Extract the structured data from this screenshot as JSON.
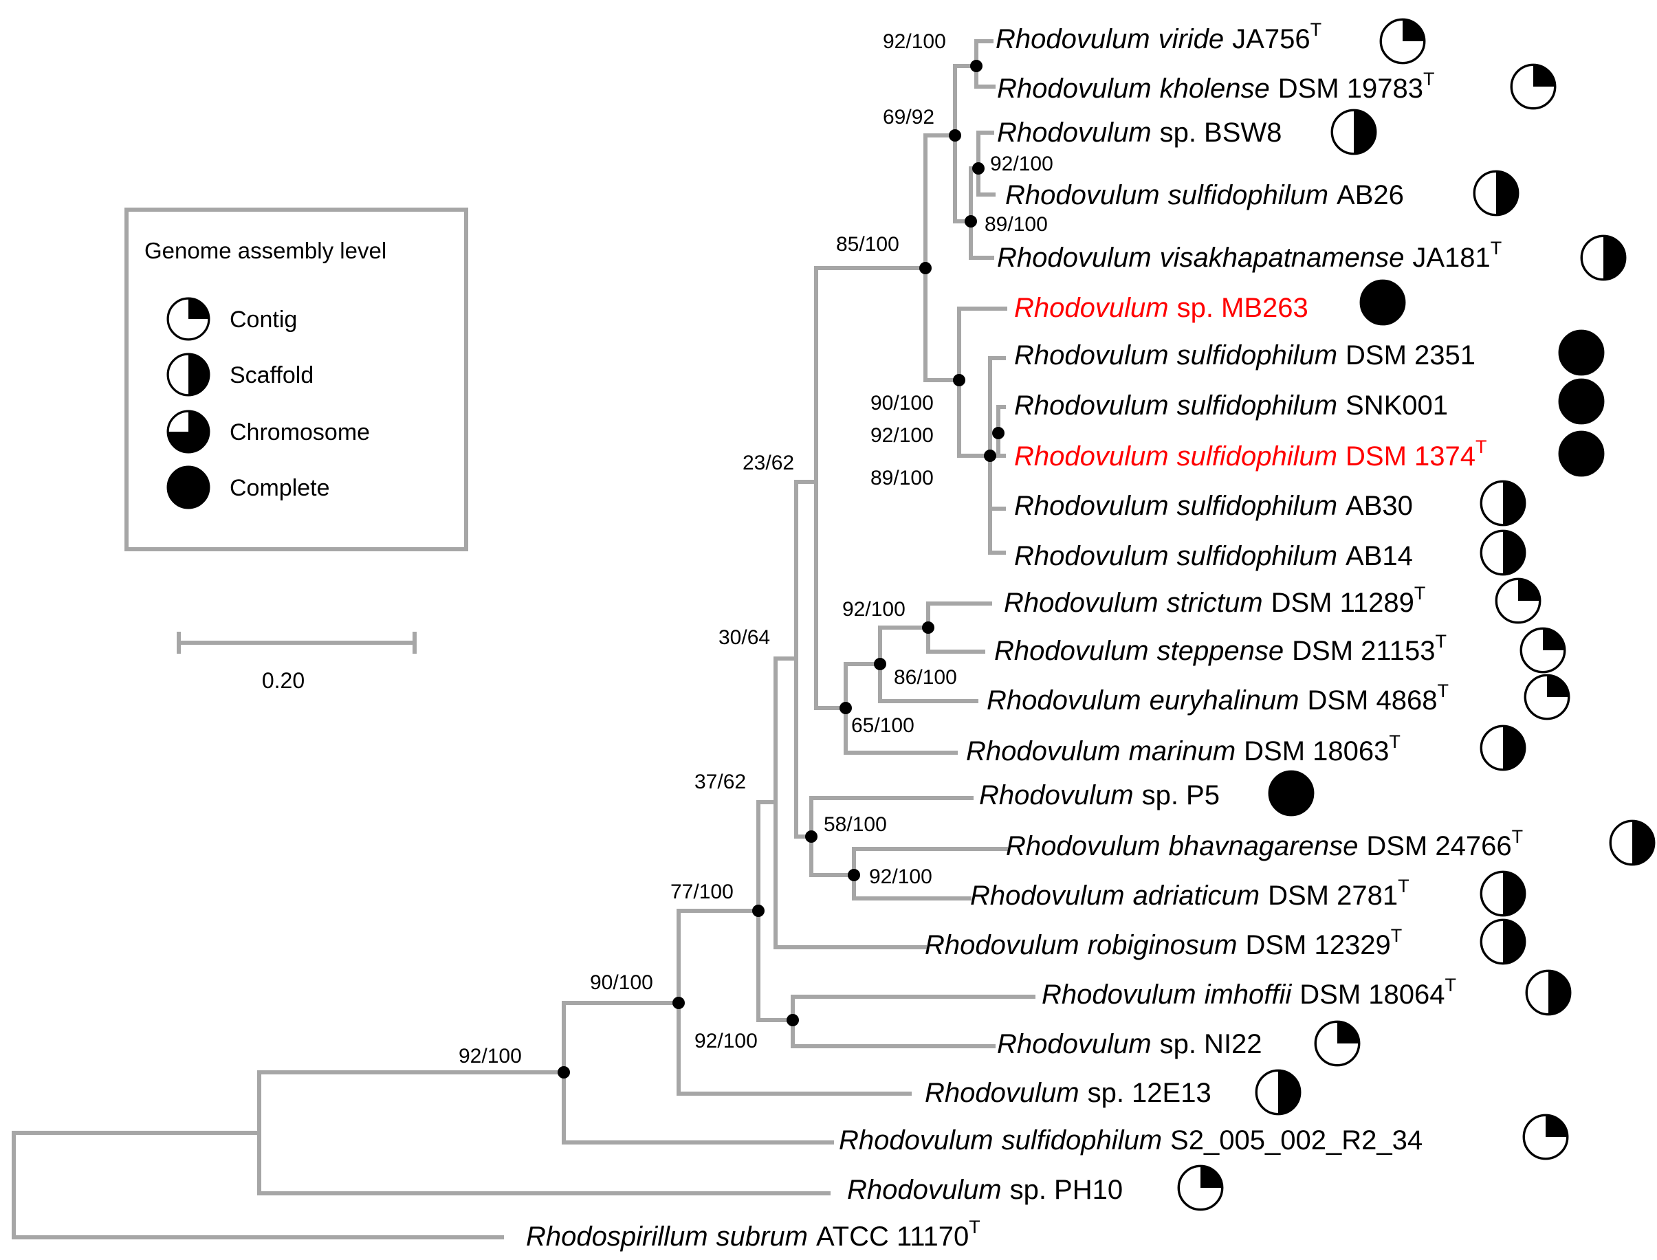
{
  "legend": {
    "title": "Genome assembly level",
    "items": [
      {
        "level": "contig",
        "label": "Contig"
      },
      {
        "level": "scaffold",
        "label": "Scaffold"
      },
      {
        "level": "chromosome",
        "label": "Chromosome"
      },
      {
        "level": "complete",
        "label": "Complete"
      }
    ]
  },
  "scale_bar": {
    "label": "0.20"
  },
  "colors": {
    "branch": "#a6a6a6",
    "highlight": "#ff0000",
    "text": "#000000"
  },
  "taxa": [
    {
      "id": "viride",
      "genus": "Rhodovulum",
      "species": "viride",
      "strain": "JA756",
      "type_strain": true,
      "level": "contig",
      "highlight": false
    },
    {
      "id": "kholense",
      "genus": "Rhodovulum",
      "species": "kholense",
      "strain": "DSM 19783",
      "type_strain": true,
      "level": "contig",
      "highlight": false
    },
    {
      "id": "bsw8",
      "genus": "Rhodovulum",
      "species": "",
      "strain": "sp. BSW8",
      "type_strain": false,
      "level": "scaffold",
      "highlight": false
    },
    {
      "id": "ab26",
      "genus": "Rhodovulum",
      "species": "sulfidophilum",
      "strain": "AB26",
      "type_strain": false,
      "level": "scaffold",
      "highlight": false
    },
    {
      "id": "visakha",
      "genus": "Rhodovulum",
      "species": "visakhapatnamense",
      "strain": "JA181",
      "type_strain": true,
      "level": "scaffold",
      "highlight": false
    },
    {
      "id": "mb263",
      "genus": "Rhodovulum",
      "species": "",
      "strain": "sp. MB263",
      "type_strain": false,
      "level": "complete",
      "highlight": true
    },
    {
      "id": "dsm2351",
      "genus": "Rhodovulum",
      "species": "sulfidophilum",
      "strain": "DSM 2351",
      "type_strain": false,
      "level": "complete",
      "highlight": false
    },
    {
      "id": "snk001",
      "genus": "Rhodovulum",
      "species": "sulfidophilum",
      "strain": "SNK001",
      "type_strain": false,
      "level": "complete",
      "highlight": false
    },
    {
      "id": "dsm1374",
      "genus": "Rhodovulum",
      "species": "sulfidophilum",
      "strain": "DSM 1374",
      "type_strain": true,
      "level": "complete",
      "highlight": true
    },
    {
      "id": "ab30",
      "genus": "Rhodovulum",
      "species": "sulfidophilum",
      "strain": "AB30",
      "type_strain": false,
      "level": "scaffold",
      "highlight": false
    },
    {
      "id": "ab14",
      "genus": "Rhodovulum",
      "species": "sulfidophilum",
      "strain": "AB14",
      "type_strain": false,
      "level": "scaffold",
      "highlight": false
    },
    {
      "id": "strictum",
      "genus": "Rhodovulum",
      "species": "strictum",
      "strain": "DSM 11289",
      "type_strain": true,
      "level": "contig",
      "highlight": false
    },
    {
      "id": "steppense",
      "genus": "Rhodovulum",
      "species": "steppense",
      "strain": "DSM 21153",
      "type_strain": true,
      "level": "contig",
      "highlight": false
    },
    {
      "id": "euryhalinum",
      "genus": "Rhodovulum",
      "species": "euryhalinum",
      "strain": "DSM 4868",
      "type_strain": true,
      "level": "contig",
      "highlight": false
    },
    {
      "id": "marinum",
      "genus": "Rhodovulum",
      "species": "marinum",
      "strain": "DSM 18063",
      "type_strain": true,
      "level": "scaffold",
      "highlight": false
    },
    {
      "id": "p5",
      "genus": "Rhodovulum",
      "species": "",
      "strain": "sp. P5",
      "type_strain": false,
      "level": "complete",
      "highlight": false
    },
    {
      "id": "bhavnagarense",
      "genus": "Rhodovulum",
      "species": "bhavnagarense",
      "strain": "DSM 24766",
      "type_strain": true,
      "level": "scaffold",
      "highlight": false
    },
    {
      "id": "adriaticum",
      "genus": "Rhodovulum",
      "species": "adriaticum",
      "strain": "DSM 2781",
      "type_strain": true,
      "level": "scaffold",
      "highlight": false
    },
    {
      "id": "robiginosum",
      "genus": "Rhodovulum",
      "species": "robiginosum",
      "strain": "DSM 12329",
      "type_strain": true,
      "level": "scaffold",
      "highlight": false
    },
    {
      "id": "imhoffii",
      "genus": "Rhodovulum",
      "species": "imhoffii",
      "strain": "DSM 18064",
      "type_strain": true,
      "level": "scaffold",
      "highlight": false
    },
    {
      "id": "ni22",
      "genus": "Rhodovulum",
      "species": "",
      "strain": "sp. NI22",
      "type_strain": false,
      "level": "contig",
      "highlight": false
    },
    {
      "id": "e13",
      "genus": "Rhodovulum",
      "species": "",
      "strain": "sp. 12E13",
      "type_strain": false,
      "level": "scaffold",
      "highlight": false
    },
    {
      "id": "s2005",
      "genus": "Rhodovulum",
      "species": "sulfidophilum",
      "strain": "S2_005_002_R2_34",
      "type_strain": false,
      "level": "contig",
      "highlight": false
    },
    {
      "id": "ph10",
      "genus": "Rhodovulum",
      "species": "",
      "strain": "sp. PH10",
      "type_strain": false,
      "level": "contig",
      "highlight": false
    },
    {
      "id": "rubrum",
      "genus": "Rhodospirillum",
      "species": "subrum",
      "strain": "ATCC 11170",
      "type_strain": true,
      "level": "",
      "highlight": false
    }
  ],
  "support_values": [
    {
      "id": "n_viride_kholense",
      "label": "92/100"
    },
    {
      "id": "n_top4",
      "label": "69/92"
    },
    {
      "id": "n_bsw8_ab26",
      "label": "92/100"
    },
    {
      "id": "n_bsw8_visakha",
      "label": "89/100"
    },
    {
      "id": "n_upper",
      "label": "85/100"
    },
    {
      "id": "n_mb263_clade",
      "label": "90/100"
    },
    {
      "id": "n_sulf_inner",
      "label": "92/100"
    },
    {
      "id": "n_sulf_clade",
      "label": "89/100"
    },
    {
      "id": "n_big",
      "label": "23/62"
    },
    {
      "id": "n_strictum_steppense",
      "label": "92/100"
    },
    {
      "id": "n_euryhalinum",
      "label": "86/100"
    },
    {
      "id": "n_marinum",
      "label": "65/100"
    },
    {
      "id": "n_30_64",
      "label": "30/64"
    },
    {
      "id": "n_p5",
      "label": "58/100"
    },
    {
      "id": "n_bhav_adri",
      "label": "92/100"
    },
    {
      "id": "n_37_62",
      "label": "37/62"
    },
    {
      "id": "n_77",
      "label": "77/100"
    },
    {
      "id": "n_imhoffii_ni22",
      "label": "92/100"
    },
    {
      "id": "n_90",
      "label": "90/100"
    },
    {
      "id": "n_92_root",
      "label": "92/100"
    }
  ]
}
